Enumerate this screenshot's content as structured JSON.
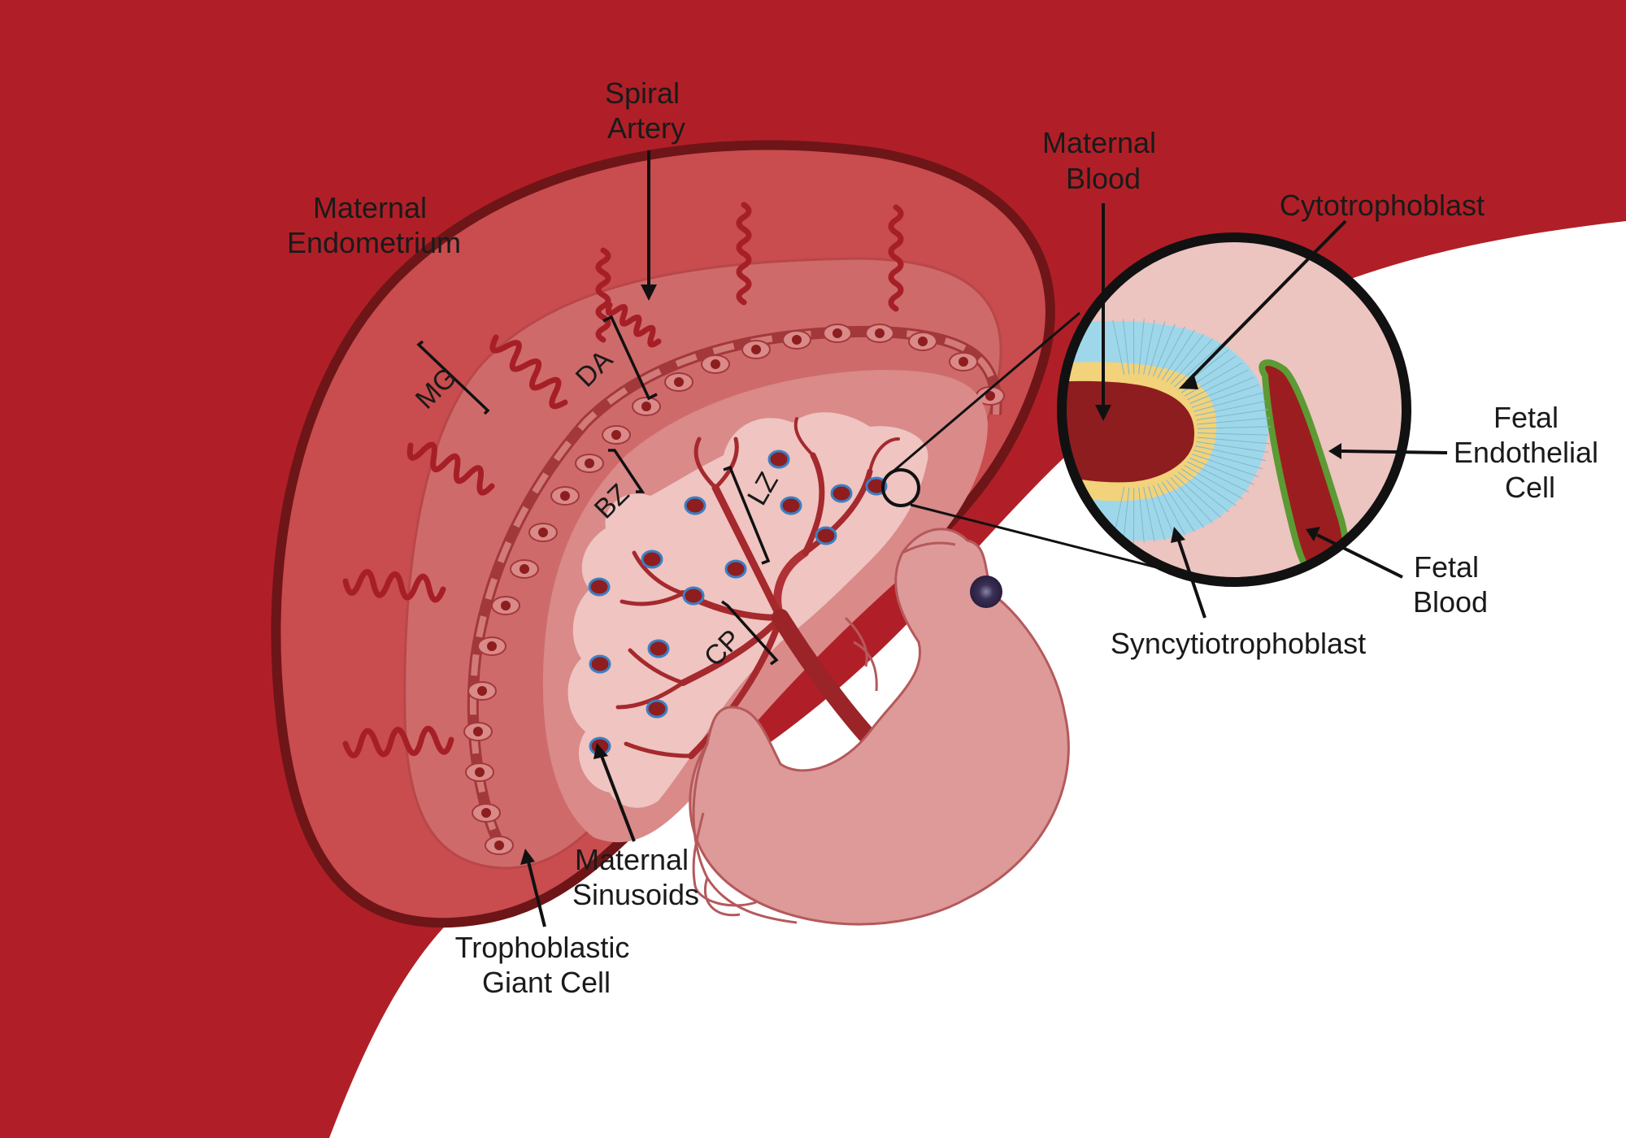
{
  "labels": {
    "maternal_endometrium": [
      "Maternal",
      "Endometrium"
    ],
    "spiral_artery": [
      "Spiral",
      "Artery"
    ],
    "maternal_blood": [
      "Maternal",
      "Blood"
    ],
    "cytotrophoblast": "Cytotrophoblast",
    "fetal_endothelial_cell": [
      "Fetal",
      "Endothelial",
      "Cell"
    ],
    "fetal_blood": [
      "Fetal",
      "Blood"
    ],
    "syncytiotrophoblast": "Syncytiotrophoblast",
    "maternal_sinusoids": [
      "Maternal",
      "Sinusoids"
    ],
    "trophoblastic_giant_cell": [
      "Trophoblastic",
      "Giant Cell"
    ]
  },
  "zones": {
    "mg": "MG",
    "da": "DA",
    "bz": "BZ",
    "lz": "LZ",
    "cp": "CP"
  },
  "colors": {
    "uterus": "#b01f27",
    "placenta_outer": "#c94c4e",
    "placenta_rim": "#6e1518",
    "decidua_inner": "#d98a89",
    "labyrinth": "#efc4c1",
    "fetus": "#dd9a99",
    "inset_bg": "#ecc4c0",
    "syncytio": "#9fd7ea",
    "cytotroph": "#f2d27a",
    "endothelial": "#5c9a34",
    "fetal_blood": "#9b1d1f"
  }
}
